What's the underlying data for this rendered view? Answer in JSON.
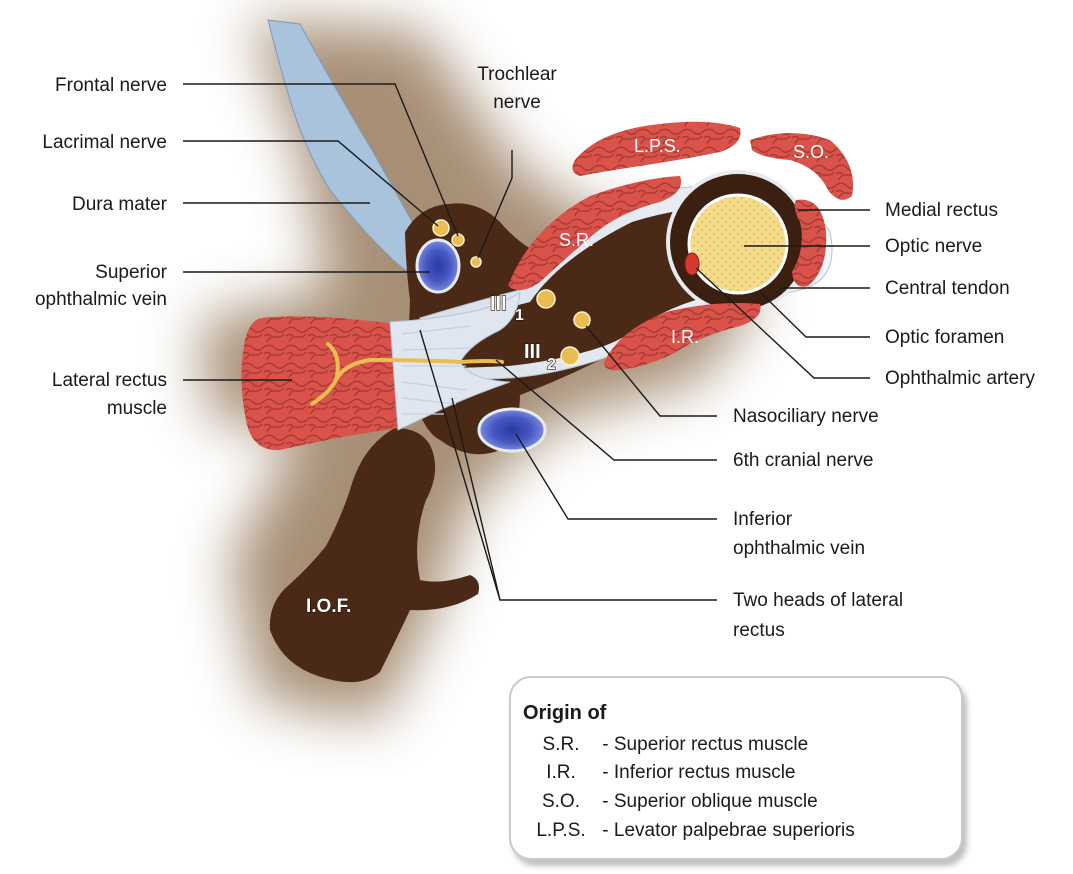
{
  "labels": {
    "frontal_nerve": "Frontal nerve",
    "lacrimal_nerve": "Lacrimal nerve",
    "dura_mater": "Dura mater",
    "superior_ophthalmic_vein": [
      "Superior",
      "ophthalmic vein"
    ],
    "lateral_rectus_muscle": [
      "Lateral rectus",
      "muscle"
    ],
    "trochlear_nerve": [
      "Trochlear",
      "nerve"
    ],
    "medial_rectus": "Medial rectus",
    "optic_nerve": "Optic nerve",
    "central_tendon": "Central tendon",
    "optic_foramen": "Optic foramen",
    "ophthalmic_artery": "Ophthalmic artery",
    "nasociliary_nerve": "Nasociliary nerve",
    "sixth_cranial_nerve": "6th cranial nerve",
    "inferior_ophthalmic_vein": [
      "Inferior",
      "ophthalmic vein"
    ],
    "two_heads_lateral_rectus": [
      "Two heads of lateral",
      "rectus"
    ]
  },
  "muscle_labels": {
    "lps": "L.P.S.",
    "so": "S.O.",
    "sr": "S.R.",
    "ir": "I.R."
  },
  "structure_labels": {
    "iii1": "III",
    "iii1_sub": "1",
    "iii2": "III",
    "iii2_sub": "2",
    "iof": "I.O.F."
  },
  "legend": {
    "title": "Origin of",
    "rows": [
      {
        "abbr": "S.R.",
        "desc": "- Superior rectus muscle"
      },
      {
        "abbr": "I.R.",
        "desc": "- Inferior rectus muscle"
      },
      {
        "abbr": "S.O.",
        "desc": "- Superior oblique muscle"
      },
      {
        "abbr": "L.P.S.",
        "desc": "- Levator palpebrae superioris"
      }
    ]
  },
  "colors": {
    "bone_brown": "#4a2a17",
    "muscle_red": "#d9534a",
    "tendon_white": "#e6ebf2",
    "dura_blue": "#a9c3dc",
    "vein_blue": "#3c4fb8",
    "nerve_yellow": "#e9bd52",
    "optic_nerve_yellow": "#f5dc8c"
  }
}
